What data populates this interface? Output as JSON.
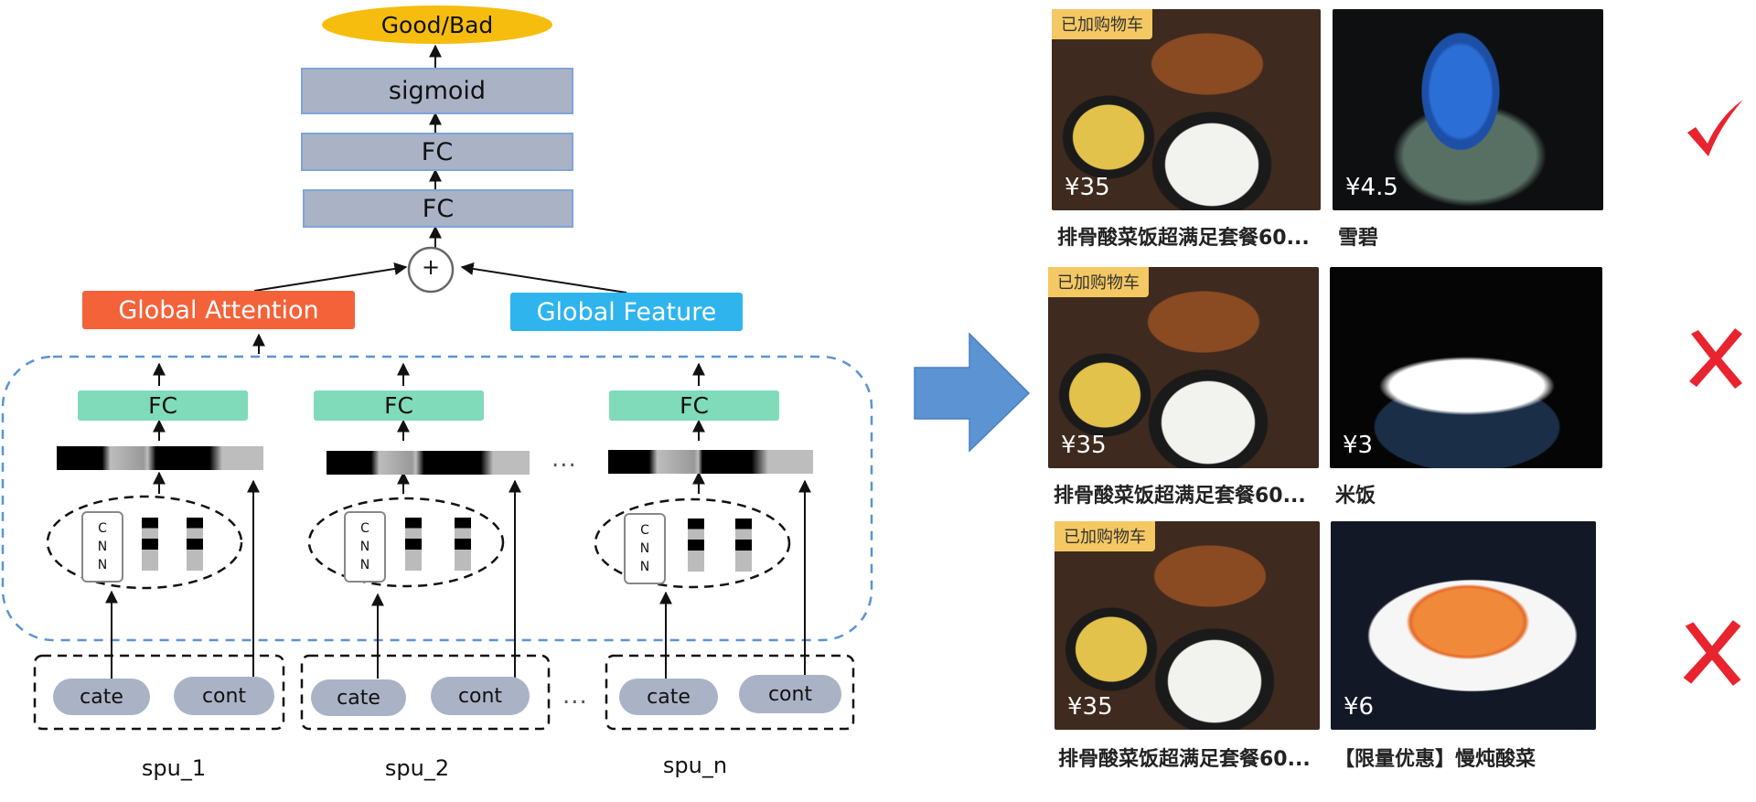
{
  "diagram": {
    "output_label": "Good/Bad",
    "sigmoid_label": "sigmoid",
    "fc_top_1": "FC",
    "fc_top_2": "FC",
    "plus_symbol": "+",
    "global_attention_label": "Global Attention",
    "global_feature_label": "Global Feature",
    "branches": [
      {
        "fc_label": "FC",
        "cnn_letters": [
          "C",
          "N",
          "N"
        ],
        "input_cate": "cate",
        "input_cont": "cont",
        "spu_label": "spu_1"
      },
      {
        "fc_label": "FC",
        "cnn_letters": [
          "C",
          "N",
          "N"
        ],
        "input_cate": "cate",
        "input_cont": "cont",
        "spu_label": "spu_2"
      },
      {
        "fc_label": "FC",
        "cnn_letters": [
          "C",
          "N",
          "N"
        ],
        "input_cate": "cate",
        "input_cont": "cont",
        "spu_label": "spu_n"
      }
    ],
    "ellipsis": "...",
    "colors": {
      "output": "#f6bd0e",
      "gray_box": "#aab3c6",
      "global_attention": "#f4623a",
      "global_feature": "#2fb4ee",
      "fc_green": "#7fdbb9",
      "big_arrow": "#5b93d3"
    }
  },
  "results": {
    "rows": [
      {
        "left_card": {
          "badge": "已加购物车",
          "price": "¥35",
          "name": "排骨酸菜饭超满足套餐60..."
        },
        "right_card": {
          "price": "¥4.5",
          "name": "雪碧"
        },
        "verdict": "good",
        "verdict_icon": "check-icon"
      },
      {
        "left_card": {
          "badge": "已加购物车",
          "price": "¥35",
          "name": "排骨酸菜饭超满足套餐60..."
        },
        "right_card": {
          "price": "¥3",
          "name": "米饭"
        },
        "verdict": "bad",
        "verdict_icon": "cross-icon"
      },
      {
        "left_card": {
          "badge": "已加购物车",
          "price": "¥35",
          "name": "排骨酸菜饭超满足套餐60..."
        },
        "right_card": {
          "price": "¥6",
          "name": "【限量优惠】慢炖酸菜"
        },
        "verdict": "bad",
        "verdict_icon": "cross-icon"
      }
    ],
    "colors": {
      "check": "#e8242f",
      "cross": "#e8242f",
      "badge": "#f4c862"
    }
  }
}
